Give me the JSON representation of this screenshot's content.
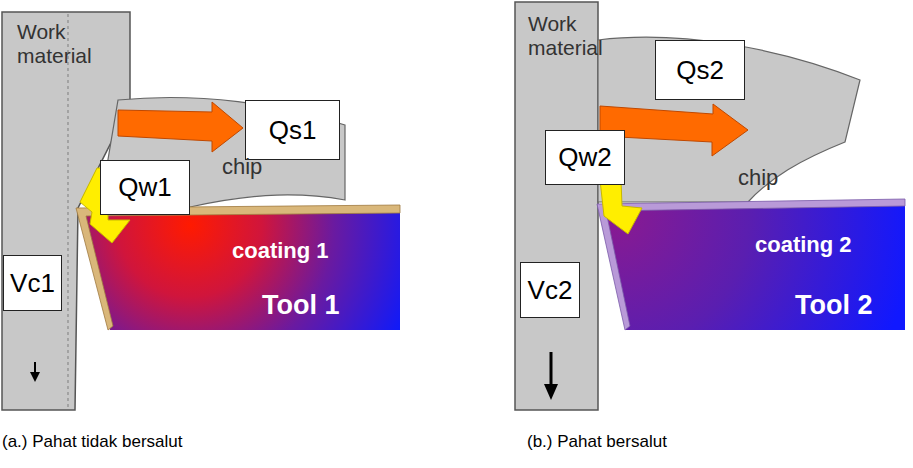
{
  "diagram": {
    "nodes": [
      {
        "text": [
          "Qs1"
        ]
      },
      {
        "text": [
          "Qw1"
        ]
      },
      {
        "text": [
          "Vc1"
        ]
      },
      {
        "text": [
          "Qs2"
        ]
      },
      {
        "text": [
          "Qw2"
        ]
      },
      {
        "text": [
          "Vc2"
        ]
      }
    ],
    "labels": [
      "Work material",
      "chip",
      "coating 1",
      "Tool 1",
      "(a.) Pahat tidak bersalut",
      "Work material",
      "chip",
      "coating 2",
      "Tool 2",
      "(b.) Pahat bersalut"
    ]
  }
}
